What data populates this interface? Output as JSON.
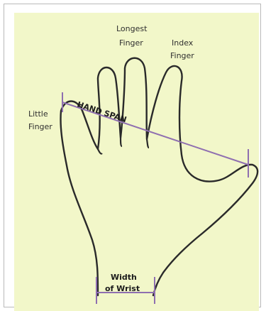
{
  "diagram": {
    "labels": {
      "longest_finger_1": "Longest",
      "longest_finger_2": "Finger",
      "index_finger_1": "Index",
      "index_finger_2": "Finger",
      "little_finger_1": "Little",
      "little_finger_2": "Finger",
      "hand_span": "HAND SPAN",
      "wrist_1": "Width",
      "wrist_2": "of Wrist"
    },
    "colors": {
      "paper": "#f2f7c9",
      "outline": "#2a2a2a",
      "measure": "#8f6fb0",
      "frame": "#b9b9b9"
    }
  }
}
